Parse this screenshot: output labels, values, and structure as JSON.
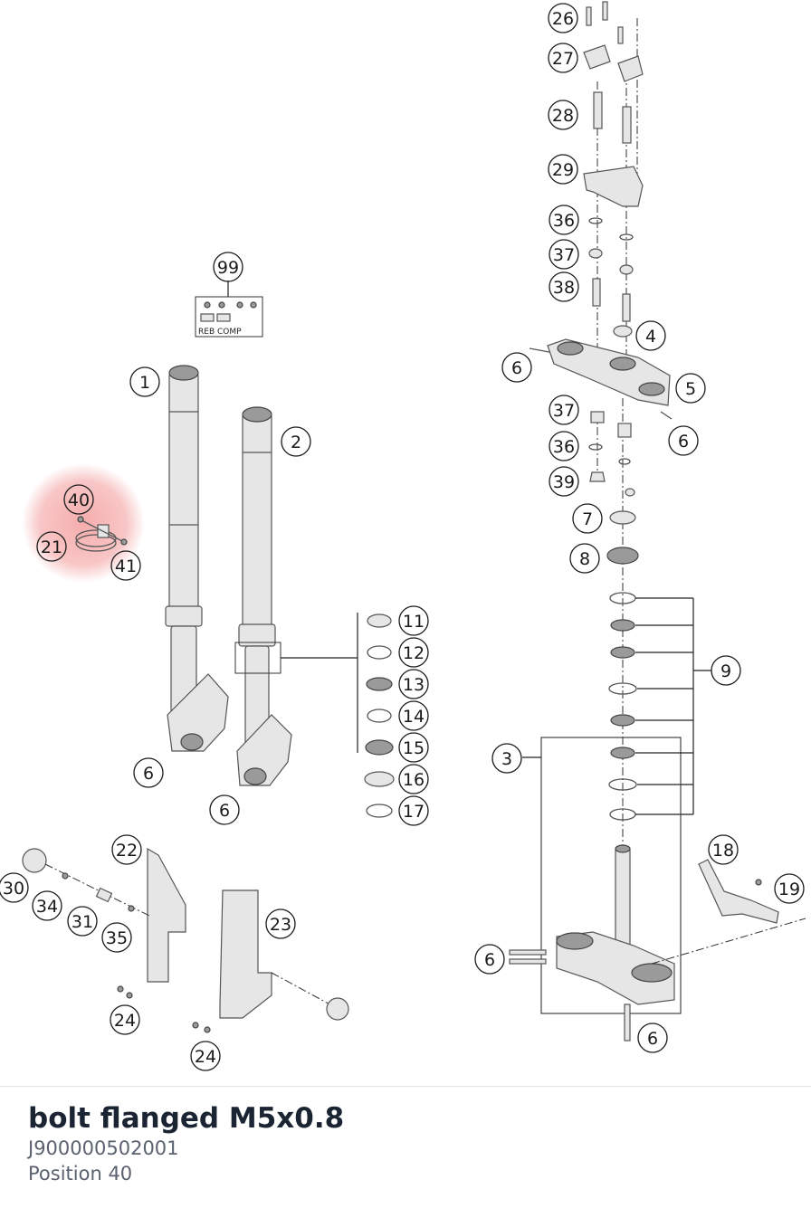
{
  "diagram": {
    "highlight_color": "#f08080",
    "callouts": [
      "1",
      "2",
      "3",
      "4",
      "5",
      "6",
      "6",
      "6",
      "6",
      "6",
      "6",
      "7",
      "8",
      "9",
      "11",
      "12",
      "13",
      "14",
      "15",
      "16",
      "17",
      "18",
      "19",
      "21",
      "22",
      "23",
      "24",
      "24",
      "26",
      "27",
      "28",
      "29",
      "30",
      "31",
      "34",
      "35",
      "36",
      "36",
      "37",
      "37",
      "38",
      "39",
      "40",
      "41",
      "99"
    ],
    "highlighted_callouts": [
      "40",
      "21"
    ],
    "kit_box_label": "REB COMP"
  },
  "selected_part": {
    "name": "bolt flanged M5x0.8",
    "number": "J900000502001",
    "position": "Position 40"
  }
}
